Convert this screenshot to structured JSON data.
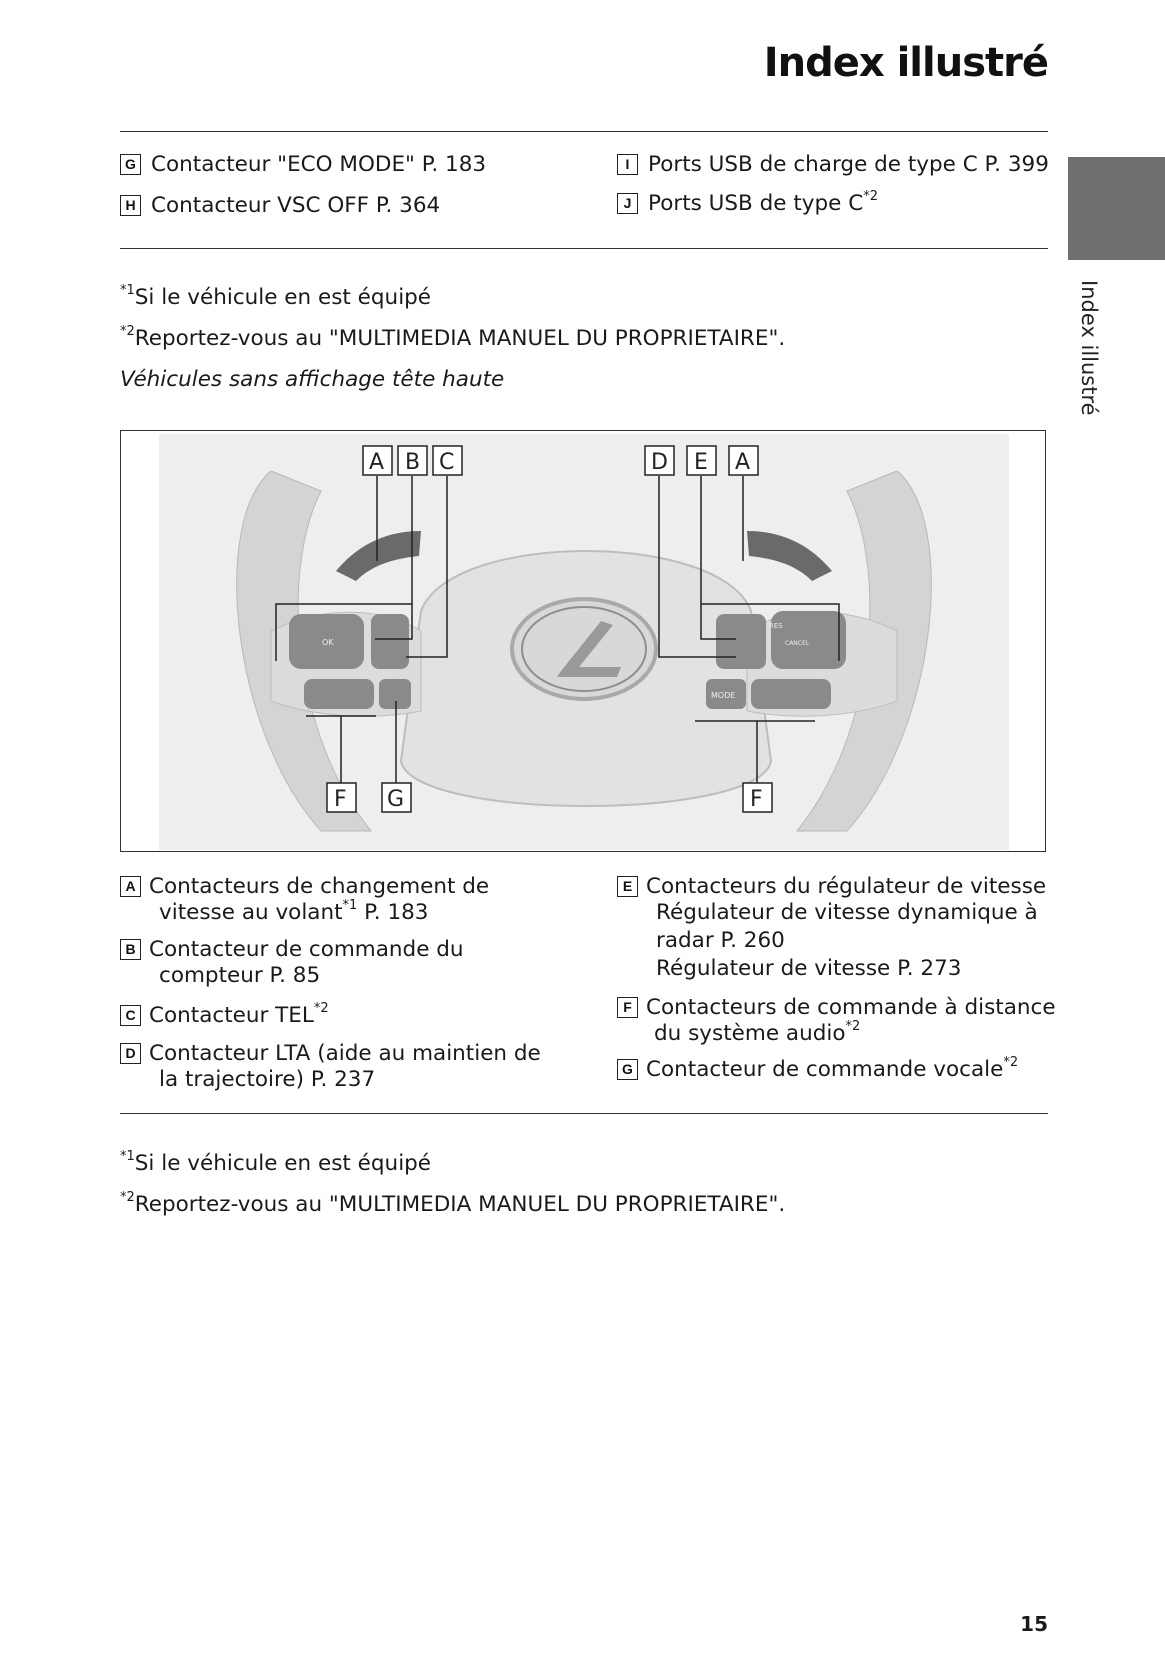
{
  "header": {
    "title": "Index illustré"
  },
  "side": {
    "label": "Index illustré"
  },
  "top_items": [
    {
      "key": "G",
      "text": "Contacteur \"ECO MODE\" P. 183"
    },
    {
      "key": "H",
      "text": "Contacteur VSC OFF P. 364"
    },
    {
      "key": "I",
      "text": "Ports USB de charge de type C P. 399"
    },
    {
      "key": "J",
      "text": "Ports USB de type C",
      "sup": "*2"
    }
  ],
  "notes_top": [
    {
      "sup": "*1",
      "text": "Si le véhicule en est équipé"
    },
    {
      "sup": "*2",
      "text": "Reportez-vous au \"MULTIMEDIA MANUEL DU PROPRIETAIRE\"."
    }
  ],
  "subheading": "Véhicules sans affichage tête haute",
  "figure": {
    "callouts_top": [
      "A",
      "B",
      "C",
      "D",
      "E",
      "A"
    ],
    "callouts_bottom": [
      "F",
      "G",
      "F"
    ],
    "button_labels": {
      "ok": "OK",
      "res": "RES",
      "cancel": "CANCEL",
      "mode": "MODE"
    }
  },
  "items": [
    {
      "key": "A",
      "line1": "Contacteurs de changement de",
      "line2": "vitesse au volant",
      "sup": "*1",
      "tail": " P. 183"
    },
    {
      "key": "B",
      "line1": "Contacteur de commande du",
      "line2": "compteur P. 85"
    },
    {
      "key": "C",
      "line1": "Contacteur TEL",
      "sup": "*2"
    },
    {
      "key": "D",
      "line1": "Contacteur LTA (aide au maintien de",
      "line2": "la trajectoire) P. 237"
    },
    {
      "key": "E",
      "line1": "Contacteurs du régulateur de vitesse",
      "line2": "Régulateur de vitesse dynamique à",
      "line3": "radar P. 260",
      "line4": "Régulateur de vitesse P. 273"
    },
    {
      "key": "F",
      "line1": "Contacteurs de commande à distance",
      "line2": "du système audio",
      "sup": "*2"
    },
    {
      "key": "G",
      "line1": "Contacteur de commande vocale",
      "sup": "*2"
    }
  ],
  "notes_bottom": [
    {
      "sup": "*1",
      "text": "Si le véhicule en est équipé"
    },
    {
      "sup": "*2",
      "text": "Reportez-vous au \"MULTIMEDIA MANUEL DU PROPRIETAIRE\"."
    }
  ],
  "footer": {
    "page_number": "15"
  }
}
